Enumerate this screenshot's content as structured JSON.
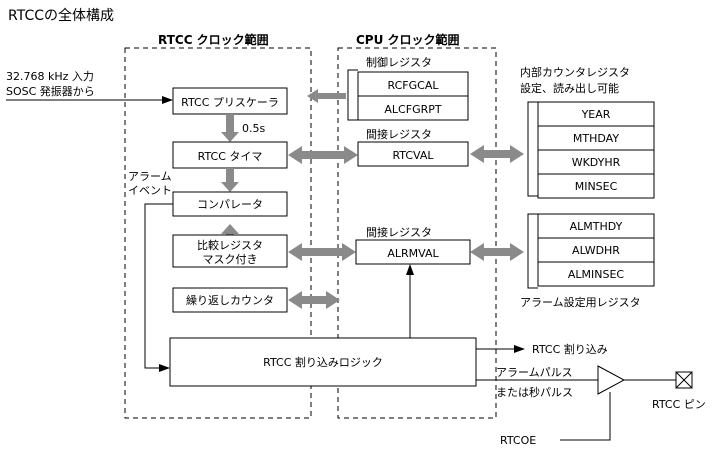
{
  "title": "RTCCの全体構成",
  "regions": {
    "rtcc": "RTCC クロック範囲",
    "cpu": "CPU クロック範囲"
  },
  "input": {
    "line1": "32.768 kHz 入力",
    "line2": "SOSC 発振器から"
  },
  "blocks": {
    "prescaler": "RTCC プリスケーラ",
    "timer": "RTCC タイマ",
    "comparator": "コンパレータ",
    "compare_line1": "比較レジスタ",
    "compare_line2": "マスク付き",
    "repeat_counter": "繰り返しカウンタ",
    "interrupt_logic": "RTCC 割り込みロジック"
  },
  "labels": {
    "half_second": "0.5s",
    "alarm_event_line1": "アラーム",
    "alarm_event_line2": "イベント",
    "control_regs": "制御レジスタ",
    "indirect_regs_1": "間接レジスタ",
    "indirect_regs_2": "間接レジスタ",
    "internal_counter_line1": "内部カウンタレジスタ",
    "internal_counter_line2": "設定、読み出し可能",
    "alarm_setting_regs": "アラーム設定用レジスタ",
    "rtcc_interrupt": "RTCC 割り込み",
    "alarm_pulse_line1": "アラームパルス",
    "alarm_pulse_line2": "または秒パルス",
    "rtcc_pin": "RTCC ピン",
    "rtcoe": "RTCOE"
  },
  "registers": {
    "rcfgcal": "RCFGCAL",
    "alcfgrpt": "ALCFGRPT",
    "rtcval": "RTCVAL",
    "alrmval": "ALRMVAL"
  },
  "counter_registers": [
    "YEAR",
    "MTHDAY",
    "WKDYHR",
    "MINSEC"
  ],
  "alarm_registers": [
    "ALMTHDY",
    "ALWDHR",
    "ALMINSEC"
  ]
}
